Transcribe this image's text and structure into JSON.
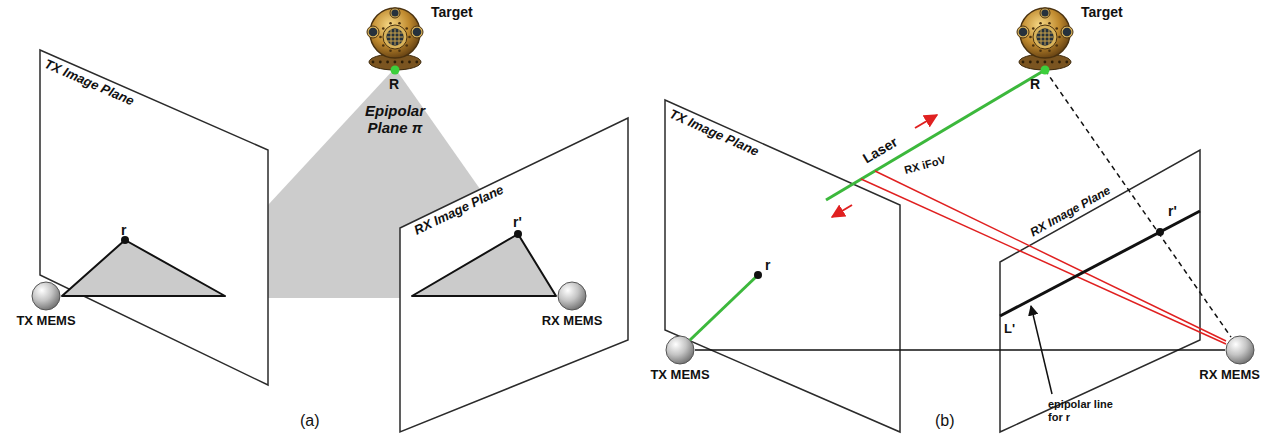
{
  "diagram": {
    "nodes": [
      {
        "text": [
          "Target"
        ]
      },
      {
        "text": [
          "TX Image Plane"
        ]
      },
      {
        "text": [
          "RX Image Plane"
        ]
      },
      {
        "text": [
          "TX MEMS"
        ]
      },
      {
        "text": [
          "RX MEMS"
        ]
      },
      {
        "text": [
          "Target"
        ]
      },
      {
        "text": [
          "TX Image Plane"
        ]
      },
      {
        "text": [
          "RX Image Plane"
        ]
      },
      {
        "text": [
          "TX MEMS"
        ]
      },
      {
        "text": [
          "RX MEMS"
        ]
      }
    ],
    "edges": [
      {
        "from": 8,
        "to": 9,
        "arrow": "none"
      }
    ],
    "labels": [
      "R",
      "Epipolar Plane π",
      "r",
      "r'",
      "(a)",
      "R",
      "Laser",
      "RX iFoV",
      "r",
      "r'",
      "L'",
      "epipolar line for r",
      "(b)"
    ]
  }
}
